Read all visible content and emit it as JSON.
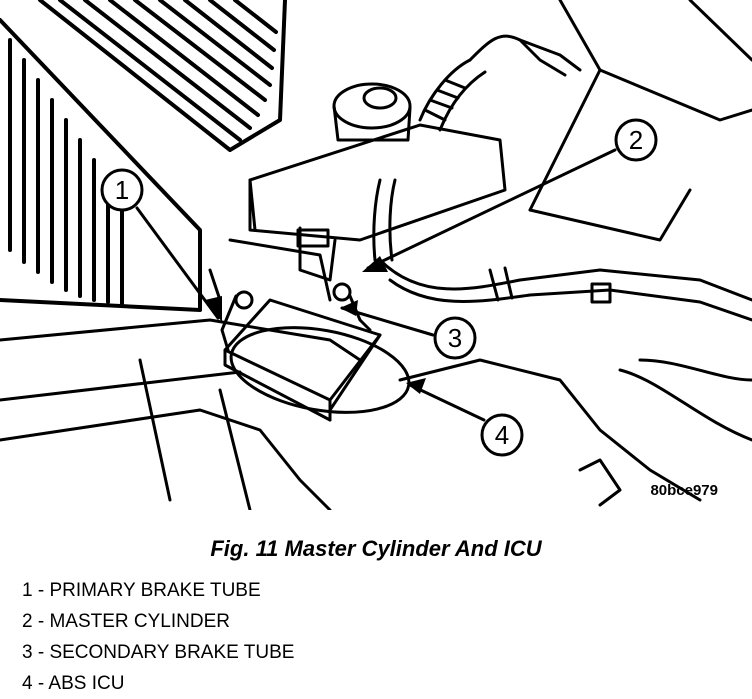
{
  "figure": {
    "code": "80bce979",
    "caption": "Fig. 11 Master Cylinder And ICU"
  },
  "callouts": [
    {
      "number": "1"
    },
    {
      "number": "2"
    },
    {
      "number": "3"
    },
    {
      "number": "4"
    }
  ],
  "legend": [
    {
      "text": "1 - PRIMARY BRAKE TUBE"
    },
    {
      "text": "2 - MASTER CYLINDER"
    },
    {
      "text": "3 - SECONDARY BRAKE TUBE"
    },
    {
      "text": "4 - ABS ICU"
    }
  ]
}
